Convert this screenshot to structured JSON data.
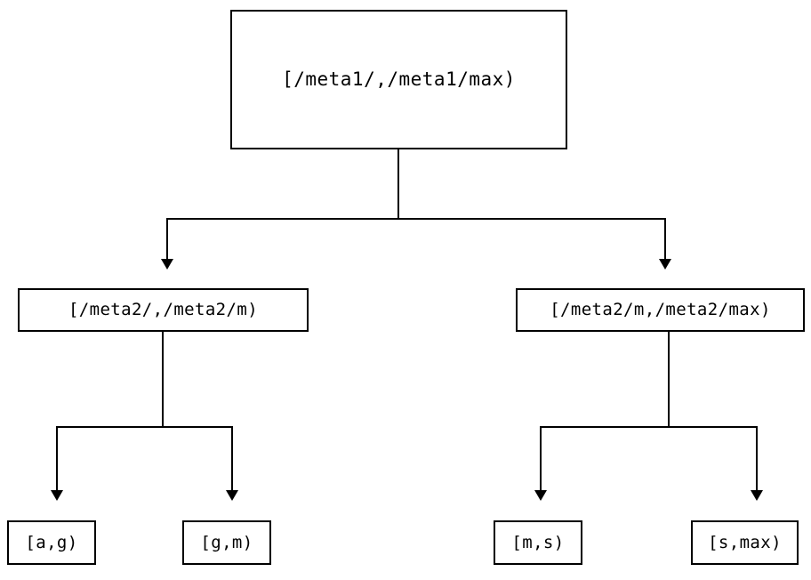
{
  "diagram": {
    "type": "tree",
    "orientation": "top-down",
    "title": "",
    "background_color": "#ffffff",
    "line_color": "#000000",
    "text_color": "#000000",
    "nodes": {
      "root": {
        "id": "root",
        "label": "[/meta1/,/meta1/max)",
        "level": 0
      },
      "mid_left": {
        "id": "mid-left",
        "label": "[/meta2/,/meta2/m)",
        "level": 1
      },
      "mid_right": {
        "id": "mid-right",
        "label": "[/meta2/m,/meta2/max)",
        "level": 1
      },
      "leaf_ag": {
        "id": "leaf-ag",
        "label": "[a,g)",
        "level": 2
      },
      "leaf_gm": {
        "id": "leaf-gm",
        "label": "[g,m)",
        "level": 2
      },
      "leaf_ms": {
        "id": "leaf-ms",
        "label": "[m,s)",
        "level": 2
      },
      "leaf_smax": {
        "id": "leaf-smax",
        "label": "[s,max)",
        "level": 2
      }
    },
    "edges": [
      {
        "from": "root",
        "to": "mid_left",
        "arrow": "down"
      },
      {
        "from": "root",
        "to": "mid_right",
        "arrow": "down"
      },
      {
        "from": "mid_left",
        "to": "leaf_ag",
        "arrow": "down"
      },
      {
        "from": "mid_left",
        "to": "leaf_gm",
        "arrow": "down"
      },
      {
        "from": "mid_right",
        "to": "leaf_ms",
        "arrow": "down"
      },
      {
        "from": "mid_right",
        "to": "leaf_smax",
        "arrow": "down"
      }
    ]
  }
}
